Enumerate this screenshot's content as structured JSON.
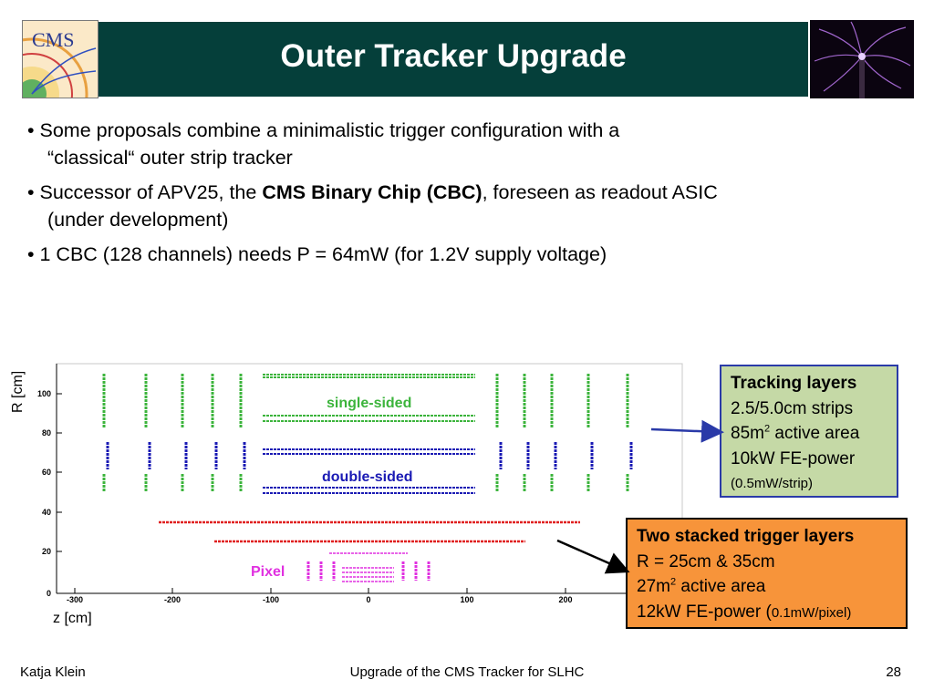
{
  "header": {
    "title": "Outer Tracker Upgrade",
    "logo_text": "CMS"
  },
  "bullets": [
    {
      "line1": "• Some proposals combine a minimalistic trigger configuration with a",
      "line2": "“classical“ outer strip tracker"
    },
    {
      "pre": "• Successor of APV25, the ",
      "bold": "CMS Binary Chip (CBC)",
      "post": ", foreseen as readout ASIC",
      "line2": "(under development)"
    },
    {
      "line1": "• 1 CBC (128 channels) needs P = 64mW (for 1.2V supply voltage)"
    }
  ],
  "plot": {
    "ylabel": "R [cm]",
    "xlabel": "z [cm]",
    "y_ticks": [
      "100",
      "80",
      "60",
      "40",
      "20",
      "0"
    ],
    "x_ticks": [
      "-300",
      "-200",
      "-100",
      "0",
      "100",
      "200"
    ],
    "labels": {
      "single": "single-sided",
      "double": "double-sided",
      "pixel": "Pixel"
    },
    "colors": {
      "single": "#3cb43c",
      "double": "#1a1ab4",
      "trigger": "#e02020",
      "pixel": "#e030e0"
    }
  },
  "tracking_box": {
    "title": "Tracking layers",
    "line1": "2.5/5.0cm strips",
    "line2_pre": "85m",
    "line2_sup": "2",
    "line2_post": " active area",
    "line3": "10kW FE-power",
    "line4": "(0.5mW/strip)"
  },
  "trigger_box": {
    "title": "Two stacked trigger layers",
    "line1": "R = 25cm & 35cm",
    "line2_pre": "27m",
    "line2_sup": "2",
    "line2_post": " active area",
    "line3_pre": "12kW FE-power (",
    "line3_small": "0.1mW/pixel)"
  },
  "footer": {
    "left": "Katja Klein",
    "center": "Upgrade of the CMS Tracker for SLHC",
    "right": "28"
  }
}
